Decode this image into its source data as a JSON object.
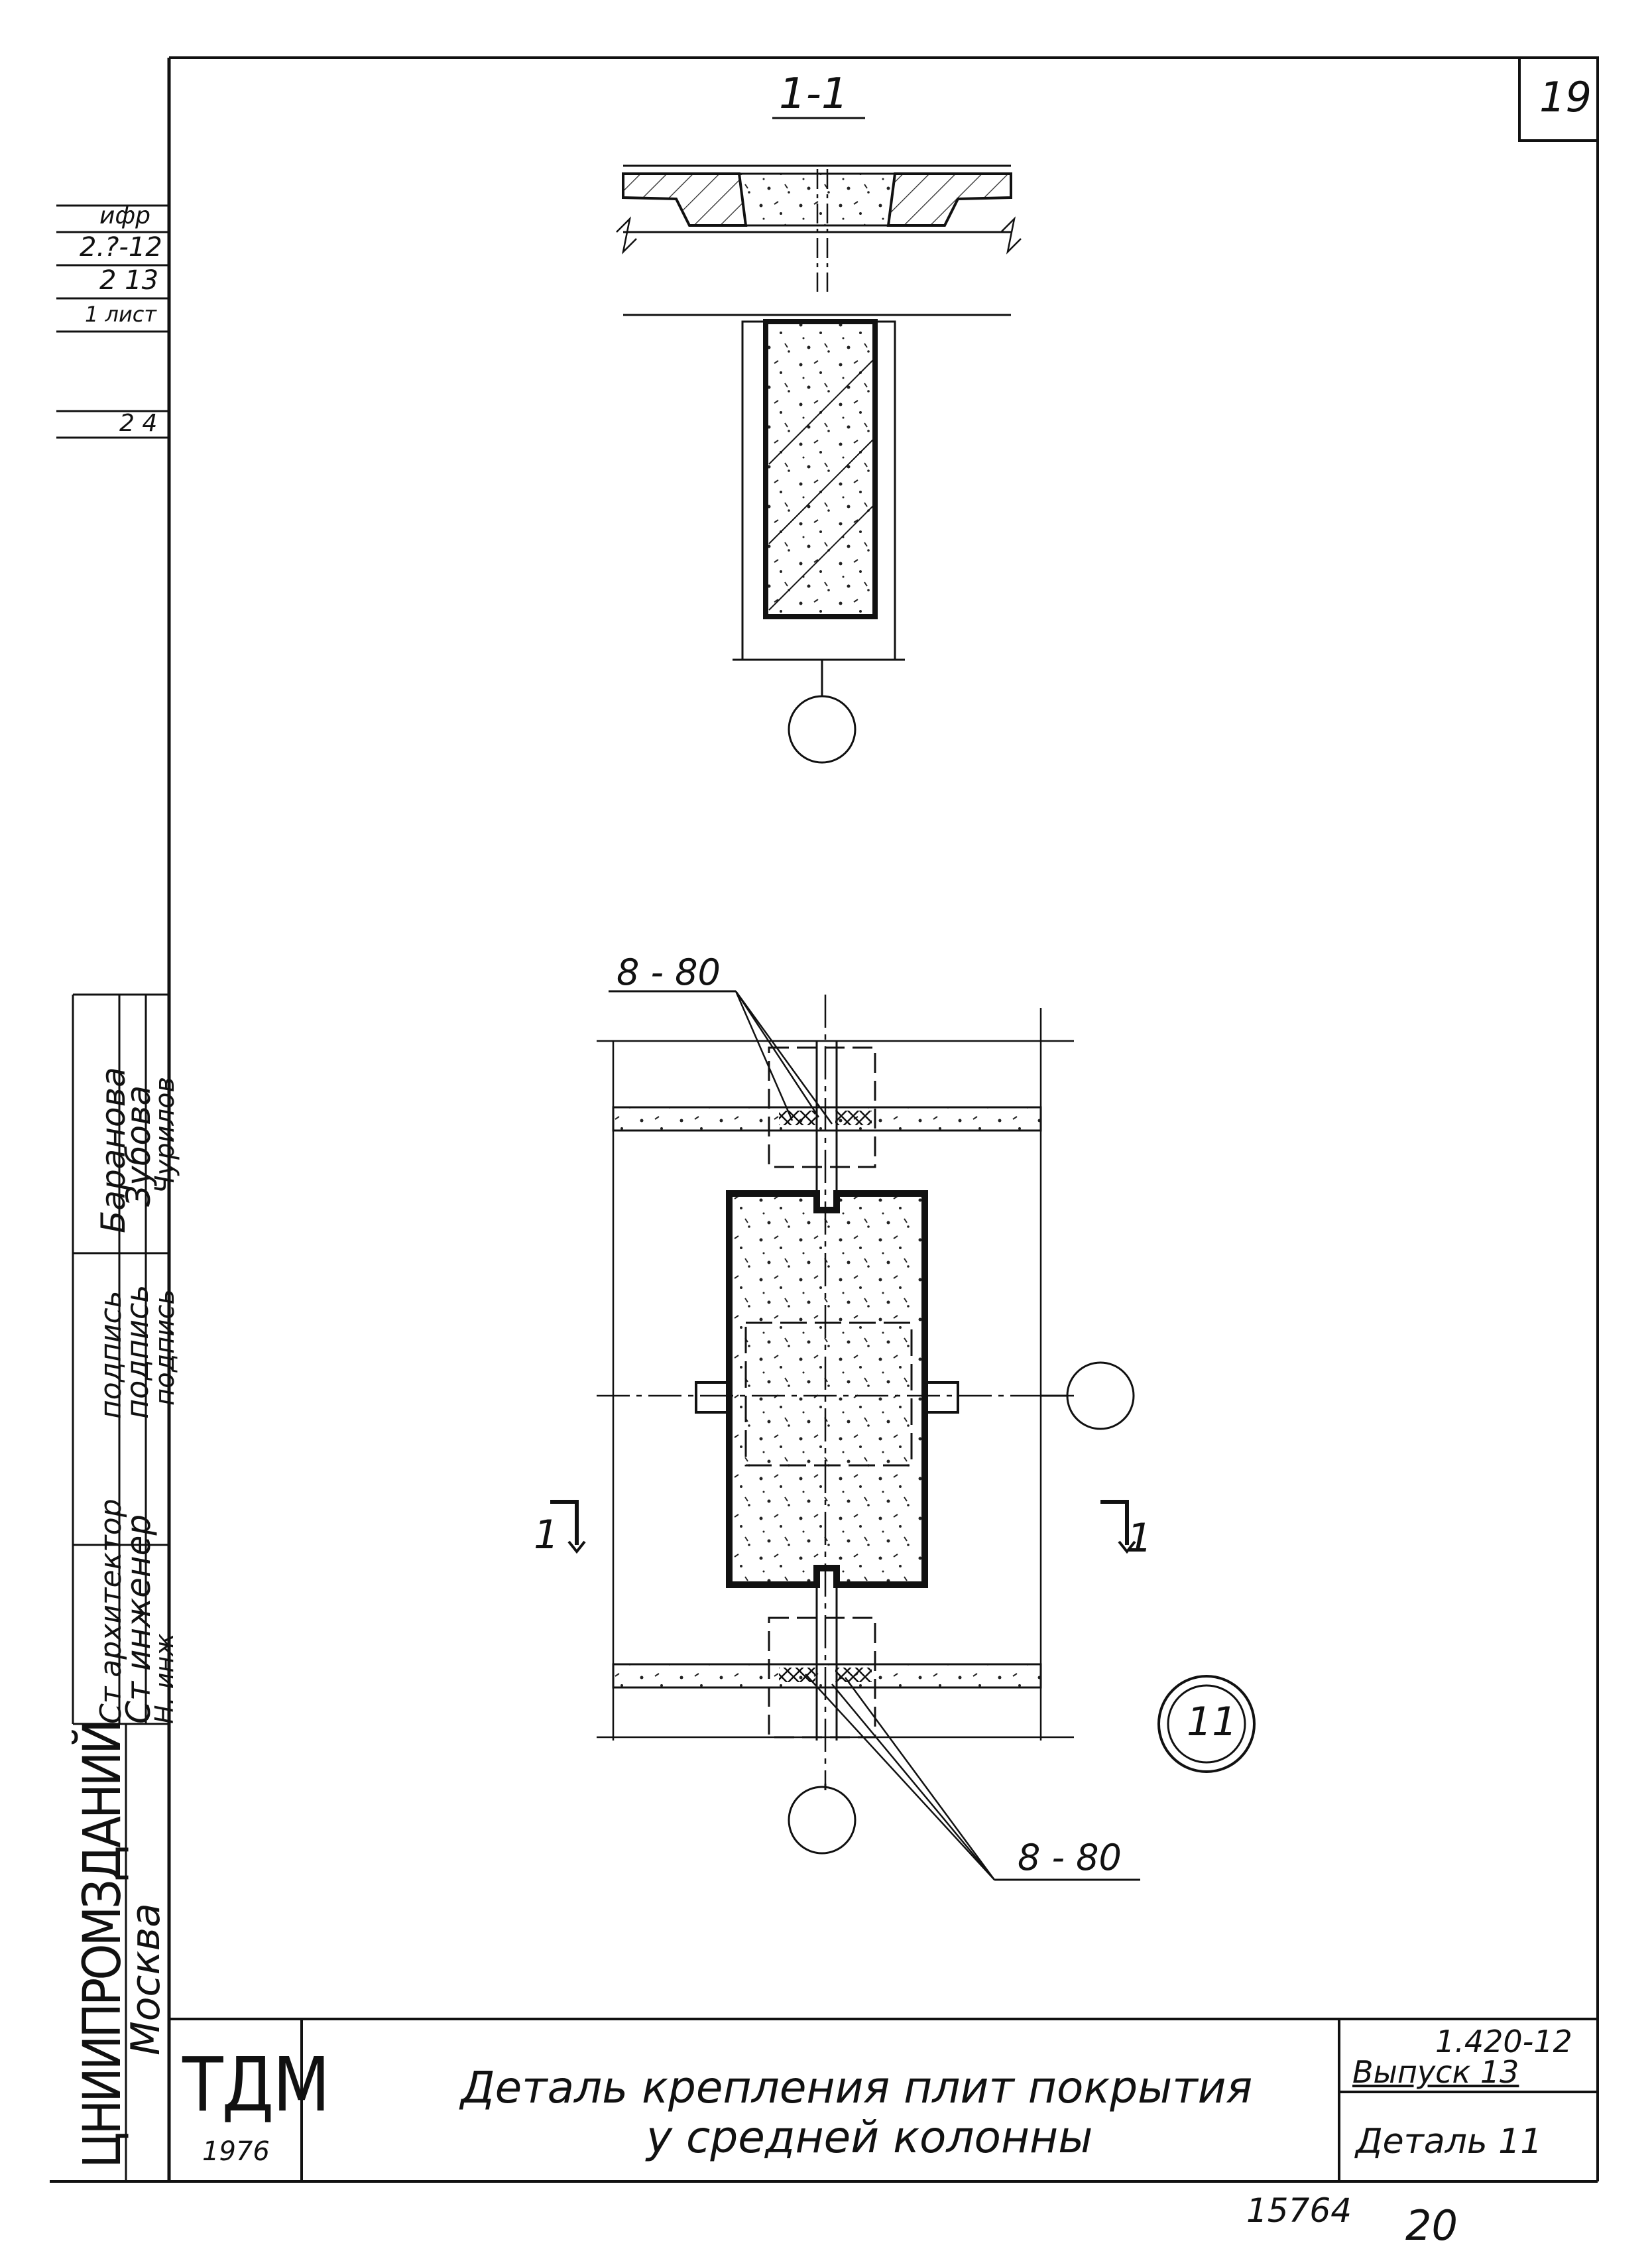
{
  "sheet": {
    "sheet_number": "19",
    "page_number": "20",
    "archive_number": "15764"
  },
  "left_margin": {
    "stamp_lines": [
      "ифр",
      "2.?-12",
      "2 13",
      "1 лист"
    ],
    "sheet_count": "2 4"
  },
  "section_title": "1-1",
  "section_marks": {
    "left": "1",
    "right": "1"
  },
  "dimensions": {
    "top_label": "8 - 80",
    "bottom_label": "8 - 80"
  },
  "detail_marker": "11",
  "signatures": {
    "roles": [
      "Н. инж",
      "Ст инженер",
      "Ст архитектор"
    ],
    "names": [
      "Чурилов",
      "Зубова",
      "Баранова"
    ],
    "signed": [
      "подпись",
      "подпись",
      "подпись"
    ]
  },
  "title_block": {
    "organization": "ЦНИИПРОМЗДАНИЙ",
    "city": "Москва",
    "stamp": "ТДМ",
    "year": "1976",
    "title_line1": "Деталь крепления плит покрытия",
    "title_line2": "у средней колонны",
    "series": "1.420-12",
    "issue": "Выпуск 13",
    "detail": "Деталь 11"
  }
}
